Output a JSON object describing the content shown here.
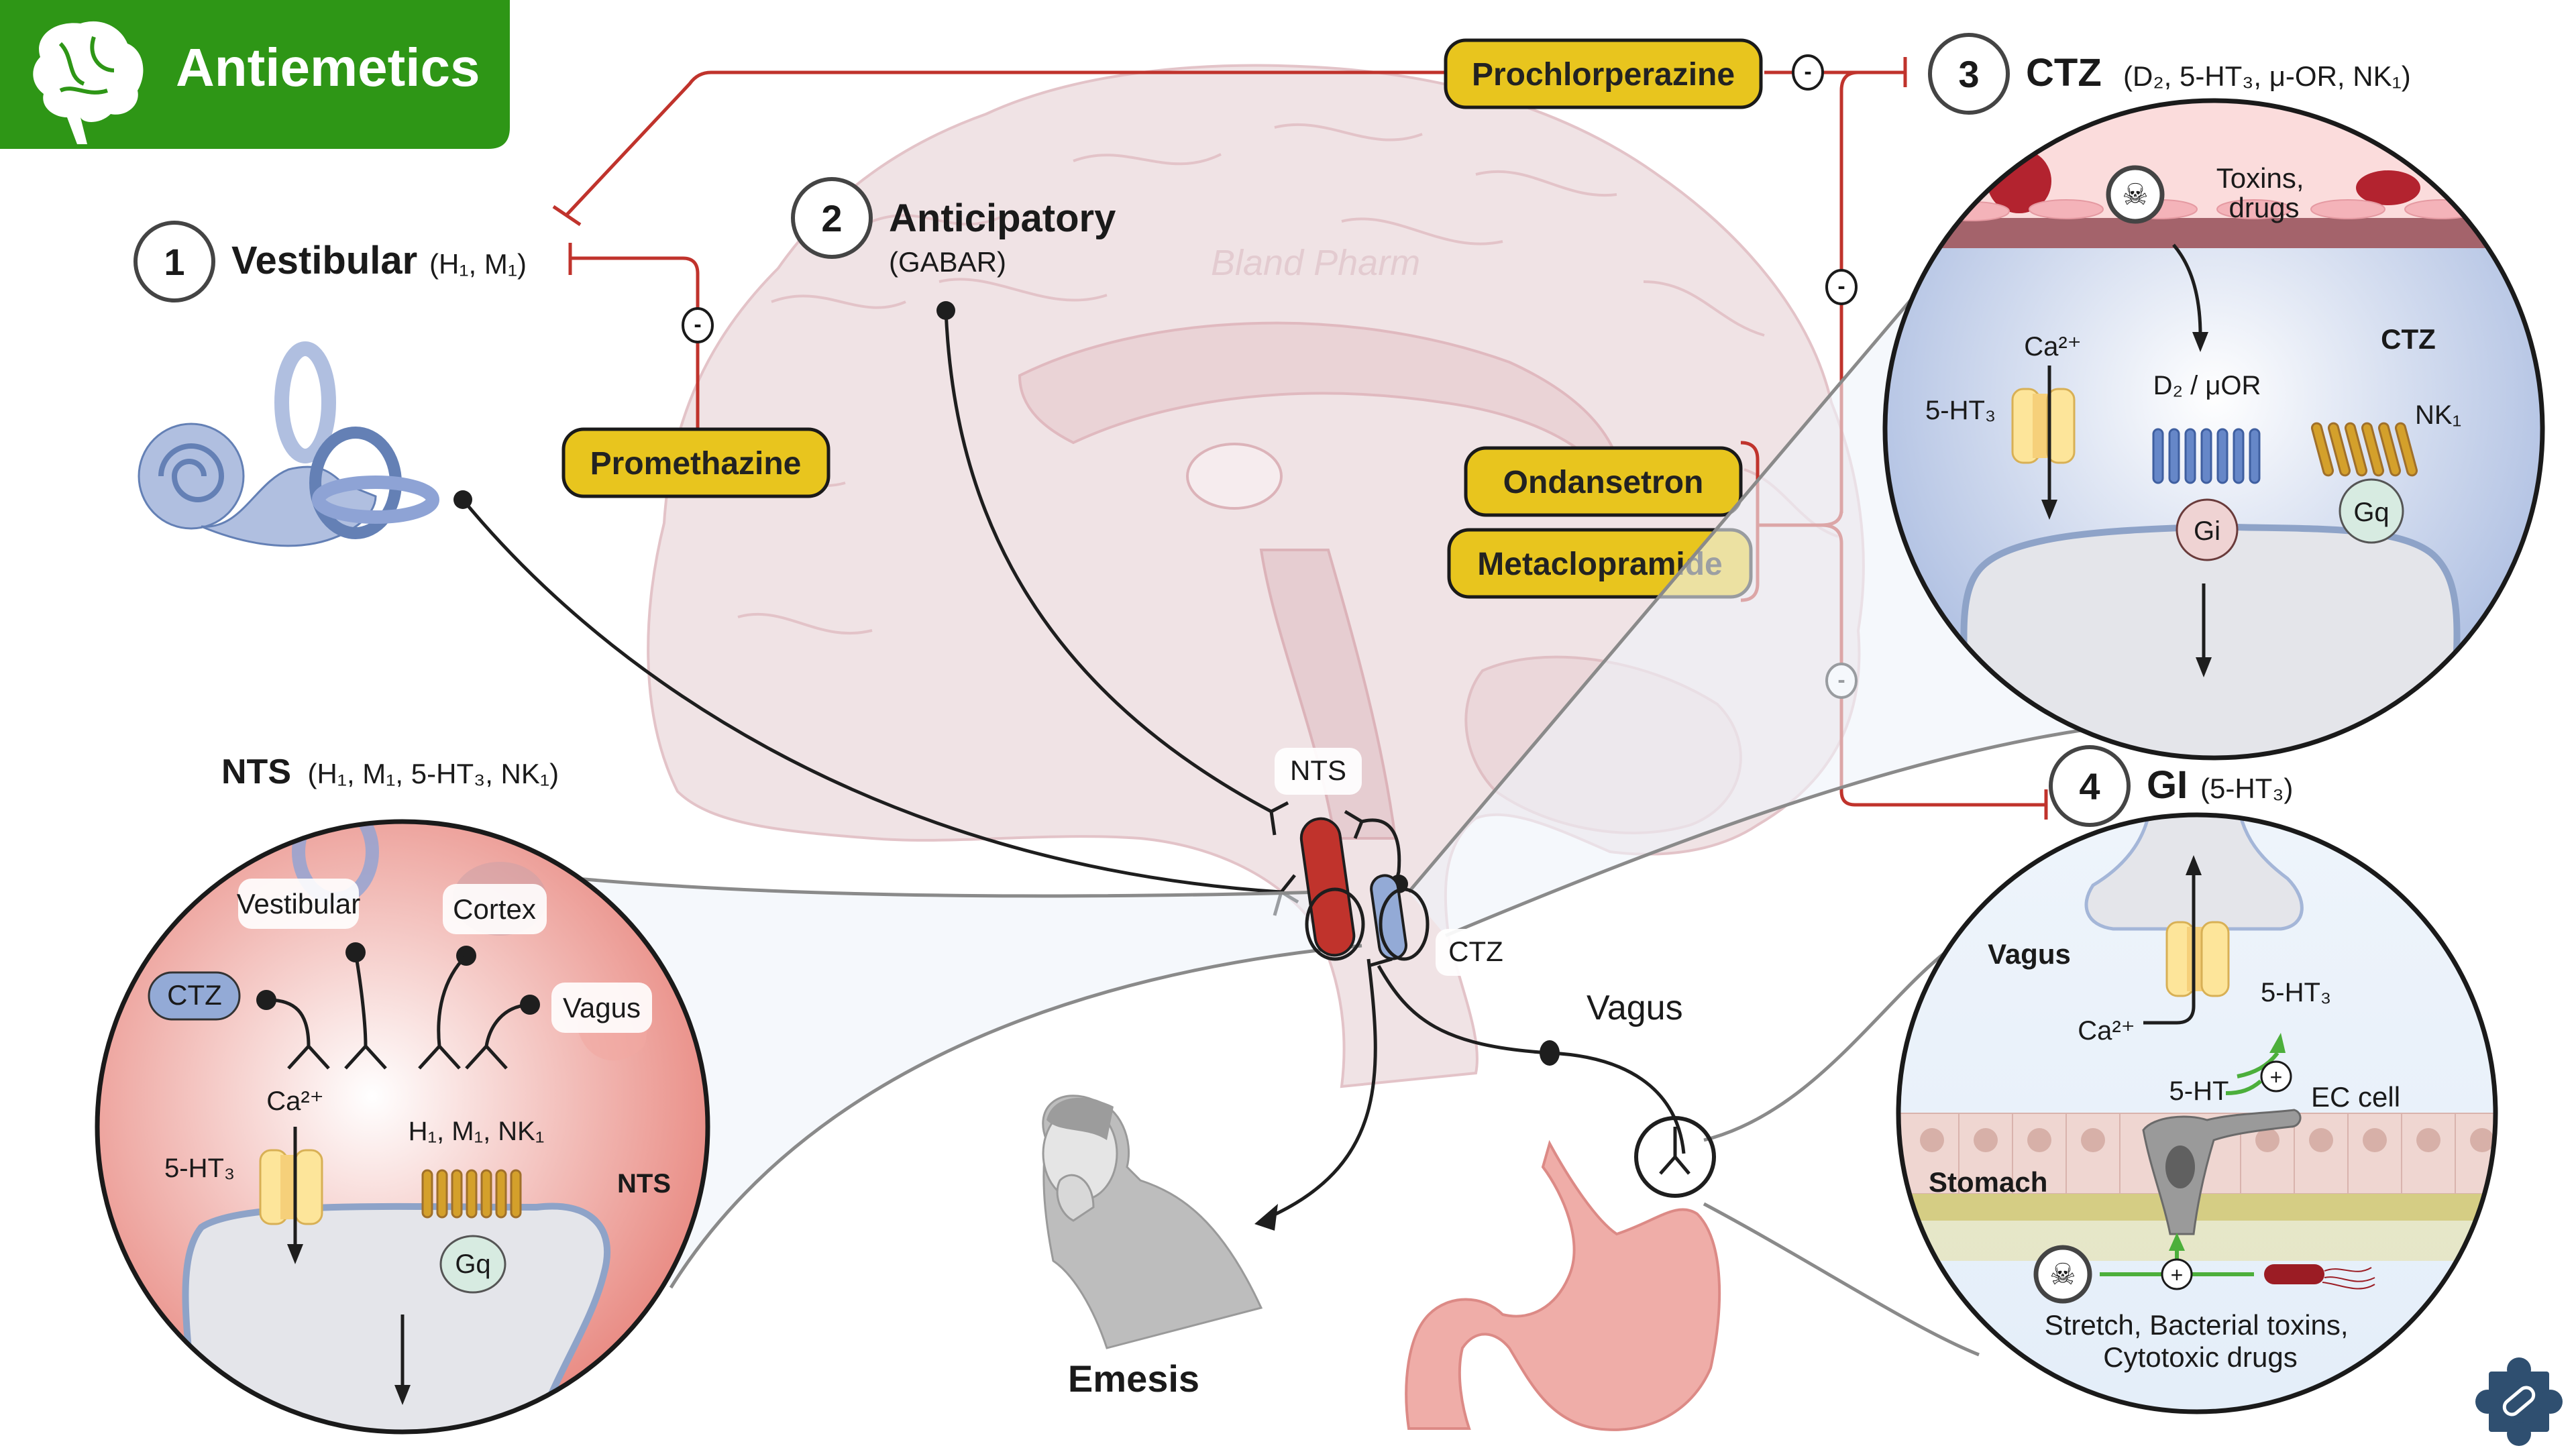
{
  "header": {
    "title": "Antiemetics",
    "icon": "brain-icon",
    "background_color": "#2e9616"
  },
  "watermark": "Bland Pharm",
  "colors": {
    "drug_fill": "#e8c51e",
    "inhibition_line": "#c0332c",
    "nts_red": "#c0332c",
    "ctz_blue": "#93aad6",
    "logo_blue": "#2f4f70"
  },
  "pathways": [
    {
      "number": "1",
      "name": "Vestibular",
      "receptors_main": "(H",
      "receptors": [
        "H1",
        "M1"
      ],
      "receptor_text": "(H₁, M₁)"
    },
    {
      "number": "2",
      "name": "Anticipatory",
      "receptor_text": "(GABAR)"
    },
    {
      "number": "3",
      "name": "CTZ",
      "receptor_text": "(D₂, 5-HT₃, μ-OR, NK₁)"
    },
    {
      "number": "4",
      "name": "GI",
      "receptor_text": "(5-HT₃)"
    }
  ],
  "drugs": {
    "prochlorperazine": "Prochlorperazine",
    "promethazine": "Promethazine",
    "ondansetron": "Ondansetron",
    "metaclopramide": "Metaclopramide"
  },
  "inhibition_symbol": "-",
  "stimulation_symbol": "+",
  "brainstem_labels": {
    "nts": "NTS",
    "ctz": "CTZ",
    "vagus": "Vagus"
  },
  "emesis_label": "Emesis",
  "nts_panel": {
    "title": "NTS",
    "title_receptors": "(H₁, M₁, 5-HT₃, NK₁)",
    "inputs": [
      "Vestibular",
      "Cortex",
      "CTZ",
      "Vagus"
    ],
    "calcium": "Ca²⁺",
    "channel": "5-HT₃",
    "gpcr_label": "H₁, M₁, NK₁",
    "g_protein": "Gq",
    "region_label": "NTS"
  },
  "ctz_panel": {
    "toxins_label_line1": "Toxins,",
    "toxins_label_line2": "drugs",
    "region_label": "CTZ",
    "calcium": "Ca²⁺",
    "channel": "5-HT₃",
    "gpcr1_label": "D₂ / μOR",
    "gpcr1_g": "Gi",
    "gpcr2_label": "NK₁",
    "gpcr2_g": "Gq"
  },
  "gi_panel": {
    "vagus_label": "Vagus",
    "channel": "5-HT₃",
    "calcium": "Ca²⁺",
    "serotonin": "5-HT",
    "ec_cell": "EC cell",
    "stomach_label": "Stomach",
    "stimuli_line1": "Stretch, Bacterial toxins,",
    "stimuli_line2": "Cytotoxic drugs"
  },
  "logo": "puzzle-pill-icon"
}
